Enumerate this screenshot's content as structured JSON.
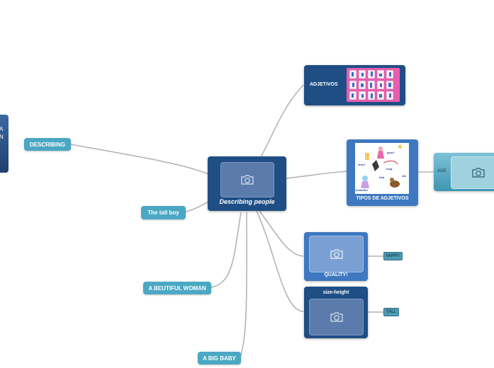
{
  "central": {
    "label": "Describing people"
  },
  "left_cutoff": {
    "text_line1": "A",
    "text_line2": "N"
  },
  "nodes": {
    "describing": "DESCRIBING",
    "tall_boy": "The tall boy",
    "beautiful_woman": "A BEUTIFUL WOMAN",
    "big_baby": "A BIG BABY",
    "adjetivos": "ADJETIVOS",
    "tipos": "TIPOS DE ADJETIVOS",
    "quality": "QUALITY!",
    "size_height": "size-height",
    "age": "AGE",
    "happy": "hAPPY",
    "tall": "TALL"
  },
  "tipos_image_words": {
    "good": "good",
    "short": "short",
    "long": "long",
    "bad": "bad",
    "old": "old",
    "beautiful": "beautiful"
  },
  "colors": {
    "navy": "#1f4e85",
    "teal": "#4aa8c4",
    "connector": "#b0b0b0"
  }
}
